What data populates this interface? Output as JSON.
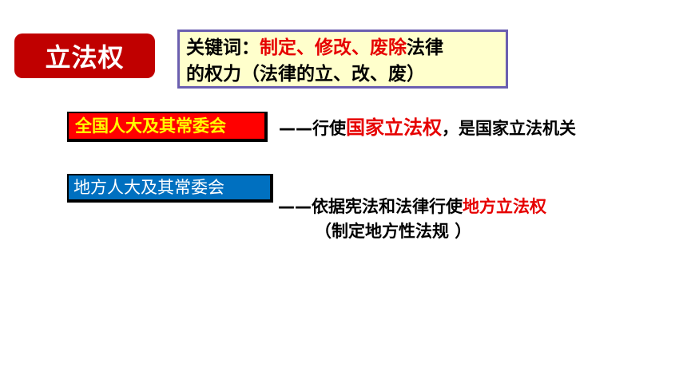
{
  "title": "立法权",
  "keyword": {
    "prefix": "关键词：",
    "highlight": "制定、修改、废除",
    "suffix": "法律",
    "line2": "的权力（法律的立、改、废）"
  },
  "national": {
    "label": "全国人大及其常委会",
    "desc_prefix": "——行使",
    "desc_highlight": "国家立法权",
    "desc_suffix": "，是国家立法机关"
  },
  "local": {
    "label": "地方人大及其常委会",
    "desc_prefix": "——依据宪法和法律行使",
    "desc_highlight": "地方立法权",
    "note": "（制定地方性法规 ）"
  },
  "colors": {
    "title_bg": "#c00000",
    "highlight_red": "#e60000",
    "keyword_bg": "#ffffcc",
    "keyword_border": "#6b5fb0",
    "national_bg": "#ff0000",
    "national_text": "#ffff00",
    "local_bg": "#0070c0"
  }
}
